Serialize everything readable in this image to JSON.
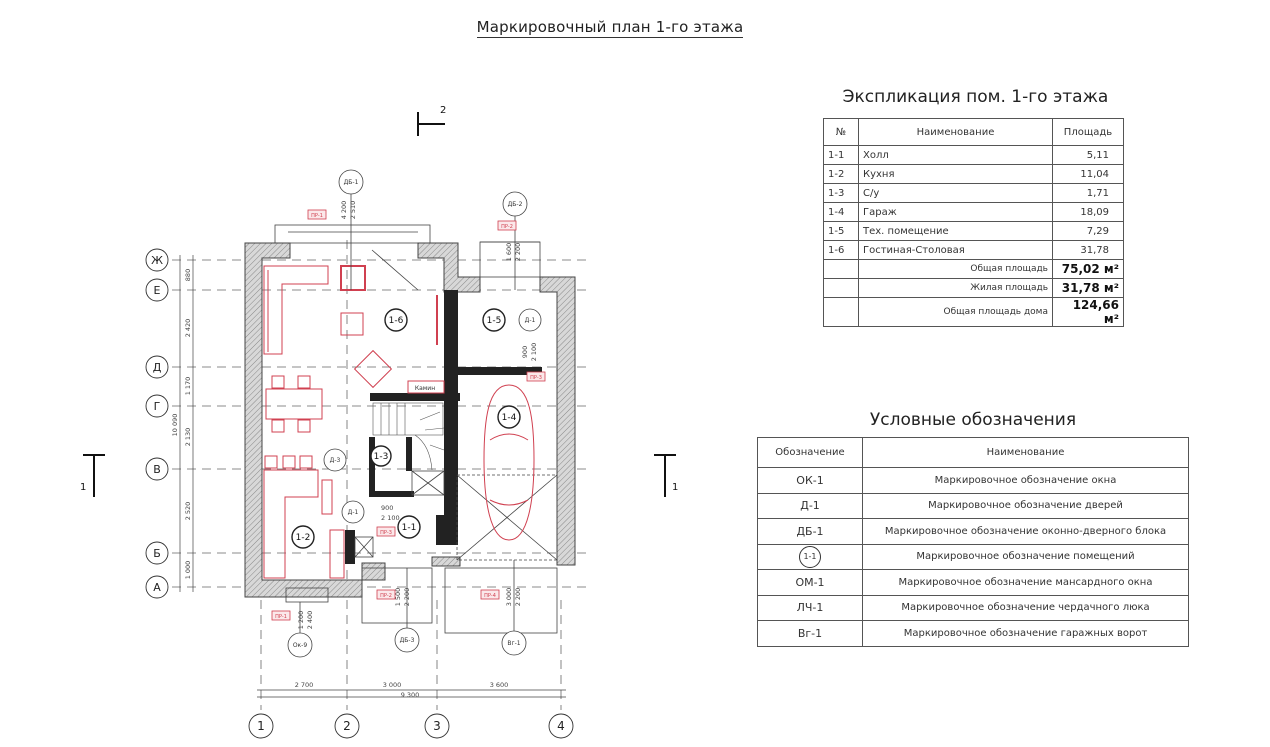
{
  "title": "Маркировочный план 1-го этажа",
  "explication": {
    "title": "Экспликация пом. 1-го этажа",
    "headers": [
      "№",
      "Наименование",
      "Площадь"
    ],
    "rows": [
      {
        "no": "1-1",
        "name": "Холл",
        "area": "5,11"
      },
      {
        "no": "1-2",
        "name": "Кухня",
        "area": "11,04"
      },
      {
        "no": "1-3",
        "name": "С/у",
        "area": "1,71"
      },
      {
        "no": "1-4",
        "name": "Гараж",
        "area": "18,09"
      },
      {
        "no": "1-5",
        "name": "Тех. помещение",
        "area": "7,29"
      },
      {
        "no": "1-6",
        "name": "Гостиная-Столовая",
        "area": "31,78"
      }
    ],
    "totals": [
      {
        "label": "Общая площадь",
        "value": "75,02 м²"
      },
      {
        "label": "Жилая площадь",
        "value": "31,78 м²"
      },
      {
        "label": "Общая площадь дома",
        "value": "124,66 м²"
      }
    ]
  },
  "legend": {
    "title": "Условные обозначения",
    "headers": [
      "Обозначение",
      "Наименование"
    ],
    "rows": [
      {
        "code": "ОК-1",
        "name": "Маркировочное обозначение окна"
      },
      {
        "code": "Д-1",
        "name": "Маркировочное обозначение дверей"
      },
      {
        "code": "ДБ-1",
        "name": "Маркировочное обозначение оконно-дверного блока"
      },
      {
        "code": "1-1",
        "name": "Маркировочное обозначение помещений"
      },
      {
        "code": "ОМ-1",
        "name": "Маркировочное обозначение мансардного окна"
      },
      {
        "code": "ЛЧ-1",
        "name": "Маркировочное обозначение чердачного люка"
      },
      {
        "code": "Вг-1",
        "name": "Маркировочное обозначение гаражных ворот"
      }
    ]
  },
  "plan": {
    "axes_letters": [
      "Ж",
      "Е",
      "Д",
      "Г",
      "В",
      "Б",
      "А"
    ],
    "axes_numbers": [
      "1",
      "2",
      "3",
      "4"
    ],
    "dims_vertical": [
      "880",
      "2 420",
      "1 170",
      "2 130",
      "2 520",
      "1 000"
    ],
    "dim_vertical_total": "10 090",
    "dims_horizontal": [
      "2 700",
      "3 000",
      "3 600"
    ],
    "dim_horizontal_total": "9 300",
    "section_marks": {
      "left": "1",
      "right": "1",
      "top": "2"
    },
    "rooms": [
      "1-6",
      "1-5",
      "1-4",
      "1-3",
      "1-2",
      "1-1"
    ],
    "markers": [
      "ДБ-1",
      "ДБ-2",
      "Д-1",
      "Д-3",
      "Д-1",
      "Ок-9",
      "ДБ-3",
      "Вг-1"
    ],
    "opening_dims": [
      "4 200",
      "2 510",
      "1 600",
      "2 200",
      "900",
      "2 100",
      "900",
      "2 100",
      "1 200",
      "2 400",
      "1 500",
      "2 200",
      "3 000",
      "2 200"
    ],
    "tags": [
      "ПР-1",
      "ПР-2",
      "ПР-3",
      "ПР-1",
      "ПР-2",
      "ПР-4",
      "ПР-3"
    ],
    "fireplace": "Камин",
    "colors": {
      "wall": "#7a7a7a",
      "furniture": "#d04050",
      "line": "#333333"
    }
  }
}
